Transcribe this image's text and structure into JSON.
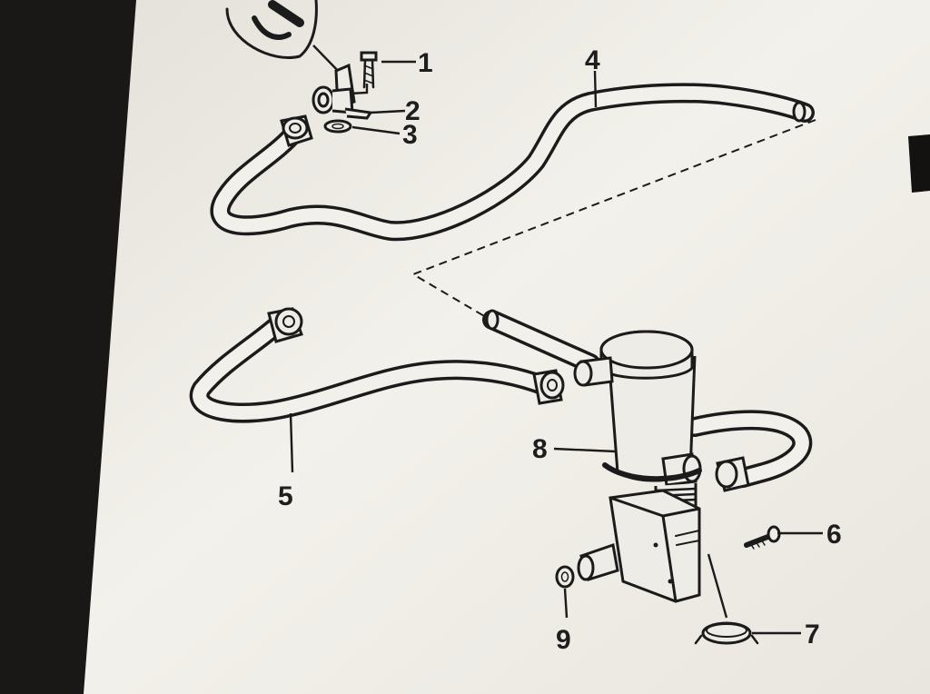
{
  "diagram": {
    "callouts": [
      {
        "id": "1",
        "label": "1"
      },
      {
        "id": "2",
        "label": "2"
      },
      {
        "id": "3",
        "label": "3"
      },
      {
        "id": "4",
        "label": "4"
      },
      {
        "id": "5",
        "label": "5"
      },
      {
        "id": "6",
        "label": "6"
      },
      {
        "id": "7",
        "label": "7"
      },
      {
        "id": "8",
        "label": "8"
      },
      {
        "id": "9",
        "label": "9"
      }
    ],
    "colors": {
      "paper": "#f1efe9",
      "ink": "#1b1b1b",
      "background": "#1a1816"
    }
  }
}
